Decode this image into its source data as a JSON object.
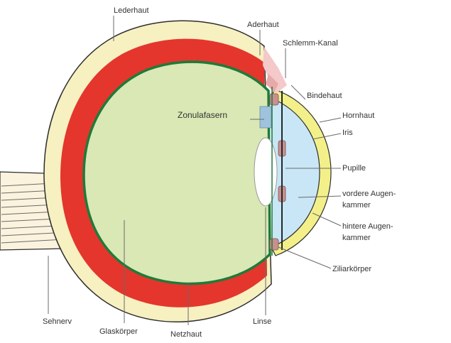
{
  "colors": {
    "sclera": "#f7f0c0",
    "outline": "#2e2e2e",
    "choroid": "#e4362c",
    "retina": "#1f7a3a",
    "vitreous": "#d9e8b4",
    "aqueous": "#c9e6f6",
    "cornea": "#f3f08a",
    "iris": "#c98f8f",
    "lens": "#ffffff",
    "nerve_sheath": "#fbf3dd"
  },
  "labels": {
    "lederhaut": "Lederhaut",
    "aderhaut": "Aderhaut",
    "schlemm": "Schlemm-Kanal",
    "bindehaut": "Bindehaut",
    "zonulafasern": "Zonulafasern",
    "hornhaut": "Hornhaut",
    "iris": "Iris",
    "pupille": "Pupille",
    "vordere_1": "vordere Augen-",
    "vordere_2": "kammer",
    "hintere_1": "hintere Augen-",
    "hintere_2": "kammer",
    "ziliarkoerper": "Ziliarkörper",
    "sehnerv": "Sehnerv",
    "glaskoerper": "Glaskörper",
    "netzhaut": "Netzhaut",
    "linse": "Linse"
  }
}
